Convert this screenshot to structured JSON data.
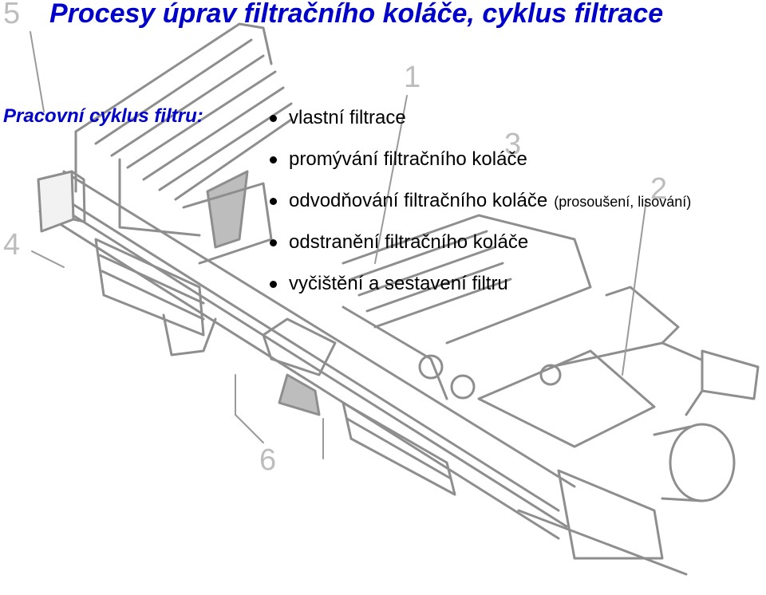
{
  "title": "Procesy úprav filtračního koláče, cyklus filtrace",
  "cycle_label": "Pracovní cyklus filtru:",
  "steps": [
    {
      "text": "vlastní filtrace",
      "note": ""
    },
    {
      "text": "promývání filtračního koláče",
      "note": ""
    },
    {
      "text": "odvodňování filtračního koláče",
      "note": "(prosoušení, lisování)"
    },
    {
      "text": "odstranění filtračního koláče",
      "note": ""
    },
    {
      "text": "vyčištění a sestavení filtru",
      "note": ""
    }
  ],
  "callouts": [
    "5",
    "1",
    "3",
    "2",
    "4",
    "6"
  ],
  "colors": {
    "heading": "#0000cc",
    "drawing": "#9a9a9a",
    "callout": "#bdbdbd"
  }
}
